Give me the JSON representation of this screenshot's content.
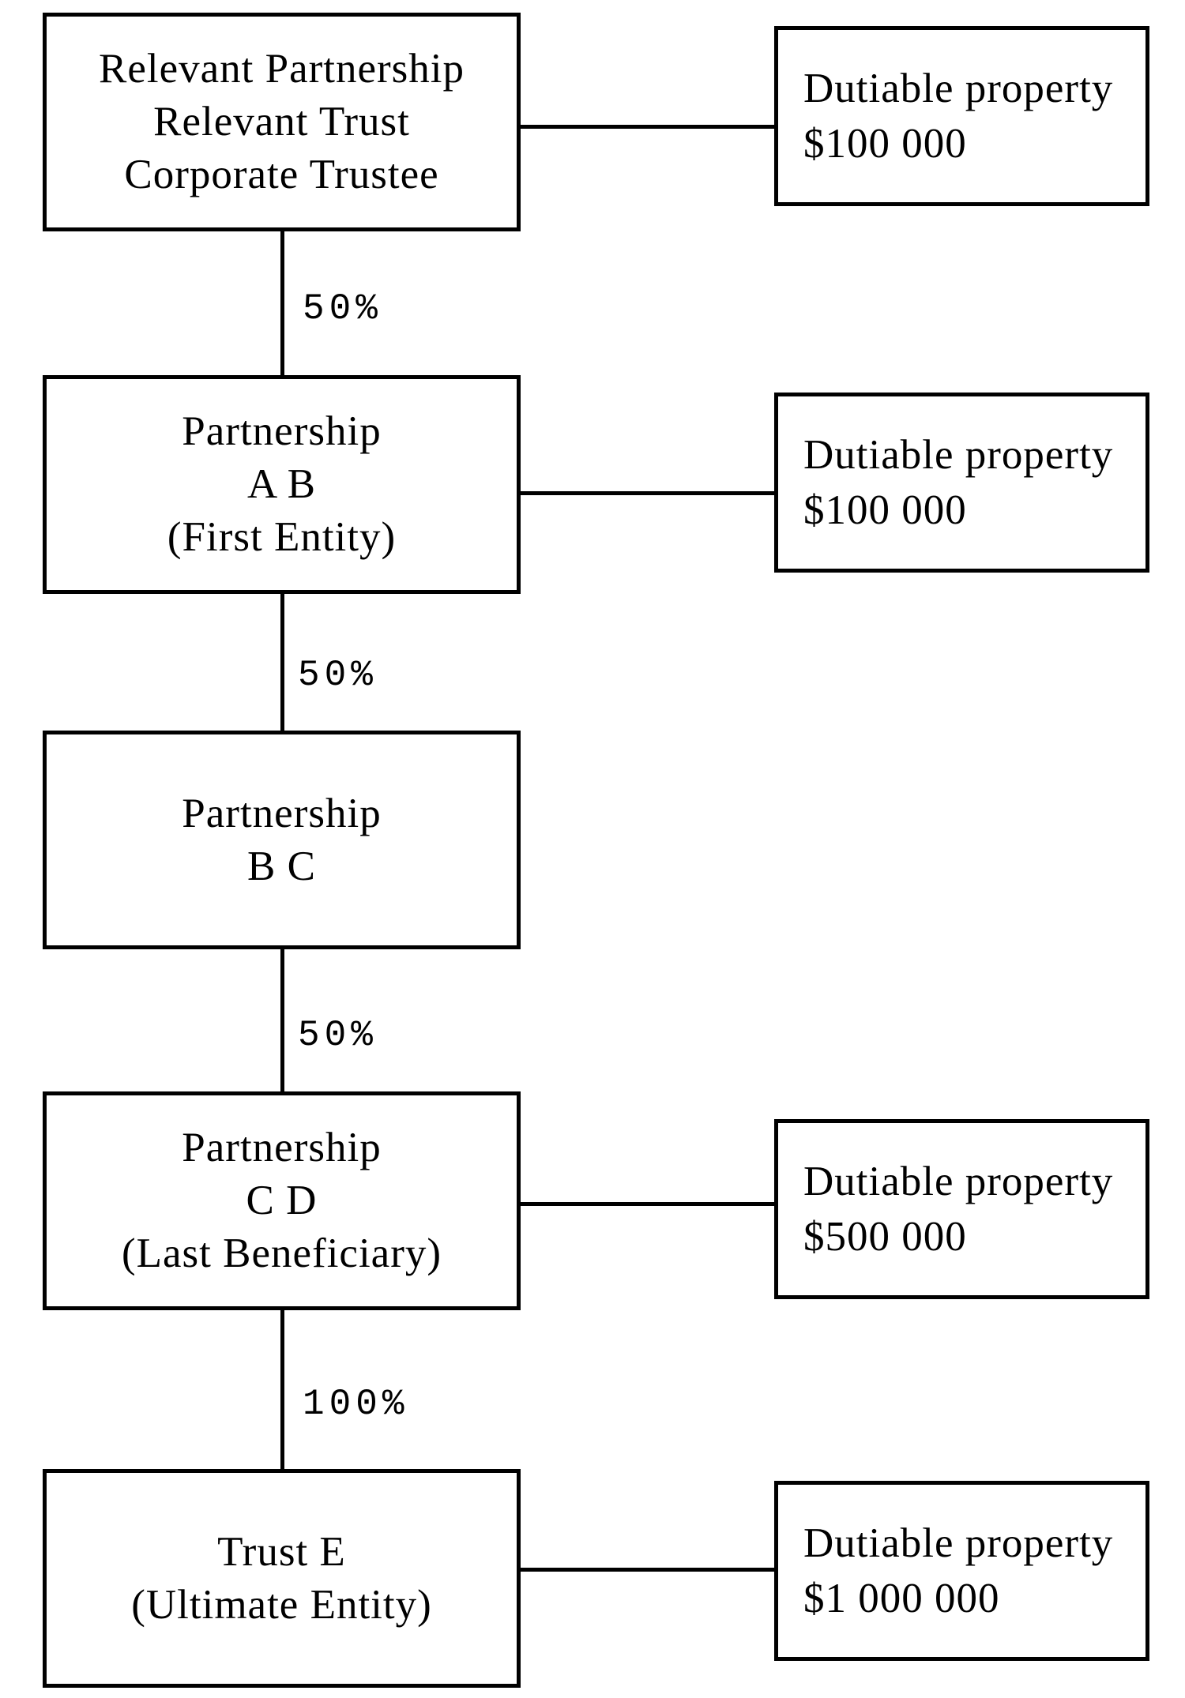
{
  "entities": [
    {
      "lines": [
        "Relevant Partnership",
        "Relevant Trust",
        "Corporate Trustee"
      ]
    },
    {
      "lines": [
        "Partnership",
        "A B",
        "(First Entity)"
      ]
    },
    {
      "lines": [
        "Partnership",
        "B C"
      ]
    },
    {
      "lines": [
        "Partnership",
        "C D",
        "(Last Beneficiary)"
      ]
    },
    {
      "lines": [
        "Trust E",
        "(Ultimate Entity)"
      ]
    }
  ],
  "ownership": [
    "50%",
    "50%",
    "50%",
    "100%"
  ],
  "properties": [
    {
      "label": "Dutiable property",
      "value": "$100 000"
    },
    {
      "label": "Dutiable property",
      "value": "$100 000"
    },
    {
      "label": "Dutiable property",
      "value": "$500 000"
    },
    {
      "label": "Dutiable property",
      "value": "$1 000 000"
    }
  ]
}
